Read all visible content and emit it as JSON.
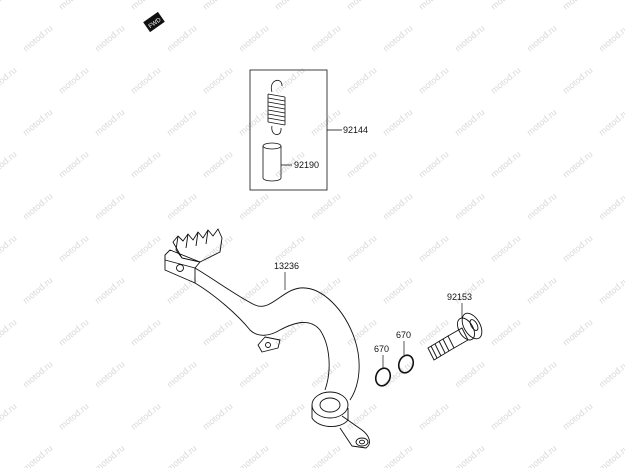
{
  "watermark": {
    "text": "motod.ru"
  },
  "fwd_badge": {
    "text": "FWD"
  },
  "parts": {
    "spring_kit": "92144",
    "spring_sleeve": "92190",
    "brake_pedal": "13236",
    "oring_inner": "670",
    "oring_outer": "670",
    "pivot_bolt": "92153"
  },
  "colors": {
    "line": "#111111",
    "watermark": "#d9d9d9",
    "background": "#ffffff"
  }
}
